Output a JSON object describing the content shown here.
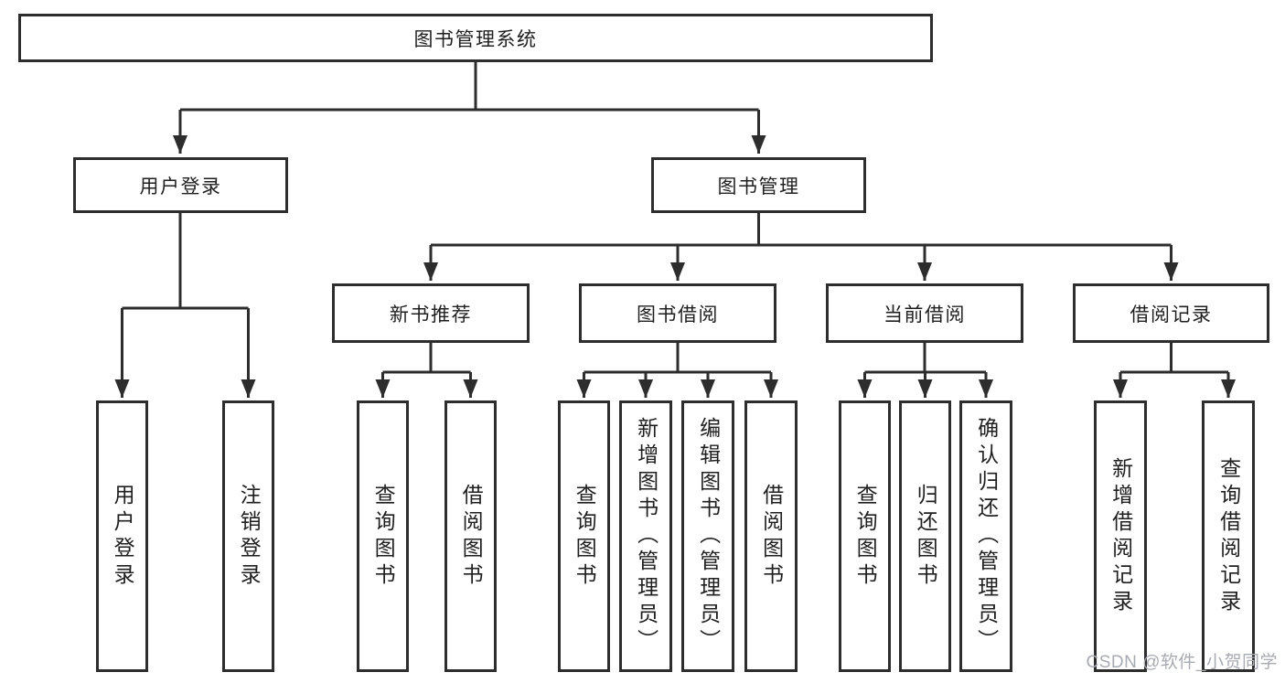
{
  "nodes": {
    "root": "图书管理系统",
    "user_login": "用户登录",
    "book_management": "图书管理",
    "new_book_recommend": "新书推荐",
    "book_borrowing": "图书借阅",
    "current_borrowing": "当前借阅",
    "borrowing_records": "借阅记录",
    "login": "用户登录",
    "logout": "注销登录",
    "rec_query_books": "查询图书",
    "rec_borrow_books": "借阅图书",
    "bb_query_books": "查询图书",
    "bb_add_books": "新增图书（管理员）",
    "bb_edit_books": "编辑图书（管理员）",
    "bb_borrow_books": "借阅图书",
    "cb_query_books": "查询图书",
    "cb_return_books": "归还图书",
    "cb_confirm_return": "确认归还（管理员）",
    "br_add_record": "新增借阅记录",
    "br_query_record": "查询借阅记录"
  },
  "hierarchy": {
    "root": [
      "user_login",
      "book_management"
    ],
    "user_login": [
      "login",
      "logout"
    ],
    "book_management": [
      "new_book_recommend",
      "book_borrowing",
      "current_borrowing",
      "borrowing_records"
    ],
    "new_book_recommend": [
      "rec_query_books",
      "rec_borrow_books"
    ],
    "book_borrowing": [
      "bb_query_books",
      "bb_add_books",
      "bb_edit_books",
      "bb_borrow_books"
    ],
    "current_borrowing": [
      "cb_query_books",
      "cb_return_books",
      "cb_confirm_return"
    ],
    "borrowing_records": [
      "br_add_record",
      "br_query_record"
    ]
  },
  "watermark": "CSDN @软件_小贺同学",
  "colors": {
    "line": "#2d2d2d",
    "text": "#1f1f1f",
    "background": "#ffffff",
    "watermark": "#a7abb2"
  }
}
